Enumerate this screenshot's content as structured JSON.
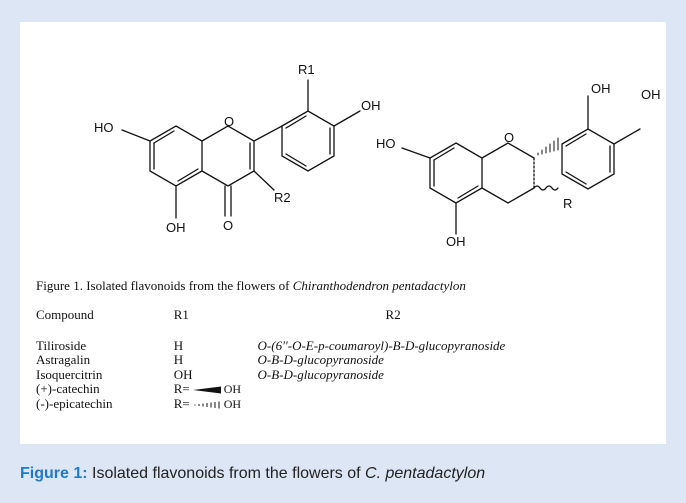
{
  "structure_a": {
    "labels": {
      "r1": "R1",
      "oh_top": "OH",
      "ho_left": "HO",
      "o_ring": "O",
      "r2": "R2",
      "oh_bottom": "OH",
      "o_carbonyl": "O"
    }
  },
  "structure_b": {
    "labels": {
      "oh_top": "OH",
      "oh_right": "OH",
      "ho_left": "HO",
      "o_ring": "O",
      "r": "R",
      "oh_bottom": "OH"
    }
  },
  "figure_title": {
    "prefix": "Figure 1. Isolated flavonoids from the flowers of ",
    "species": "Chiranthodendron pentadactylon"
  },
  "table": {
    "headers": {
      "compound": "Compound",
      "r1": "R1",
      "r2": "R2"
    },
    "rows": [
      {
        "compound": "Tiliroside",
        "r1": "H",
        "r2": "O-(6′′-O-E-p-coumaroyl)-B-D-glucopyranoside"
      },
      {
        "compound": "Astragalin",
        "r1": "H",
        "r2": "O-B-D-glucopyranoside"
      },
      {
        "compound": "Isoquercitrin",
        "r1": "OH",
        "r2": "O-B-D-glucopyranoside"
      },
      {
        "compound": "(+)-catechin",
        "r1": "R=",
        "r1_suffix": "OH",
        "r2": ""
      },
      {
        "compound": "(-)-epicatechin",
        "r1": "R=",
        "r1_suffix": "OH",
        "r2": ""
      }
    ]
  },
  "caption": {
    "label": "Figure 1:",
    "text": " Isolated flavonoids from the flowers of ",
    "species": "C. pentadactylon"
  }
}
